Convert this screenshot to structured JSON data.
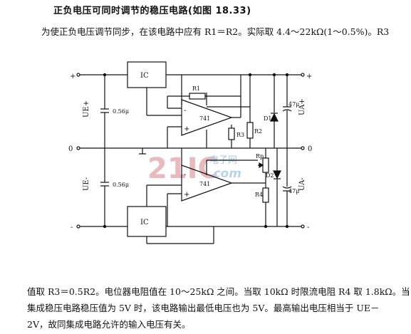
{
  "page": {
    "title": "正负电压可同时调节的稳压电路(如图 18.33)",
    "intro": "为使正负电压调节同步，在该电路中应有 R1＝R2。实际取 4.4～22kΩ(1～0.5%)。R3",
    "footer_lines": [
      "值取 R3＝0.5R2。电位器电阻值在 10～25kΩ 之间。当取 10kΩ 时限流电阻 R4 取 1.8kΩ。当",
      "集成稳压电路稳压值为 5V 时，该电路输出最低电压也为 5V。最高输出电压相当于 UE－",
      "2V，故同集成电路允许的输入电压有关。"
    ]
  },
  "schematic": {
    "labels": {
      "ic_top": "IC",
      "ic_bottom": "IC",
      "opamp_top": "741",
      "opamp_bottom": "741",
      "r1": "R1",
      "r2": "R2",
      "r3": "R3",
      "r4": "R4",
      "rp": "Rp",
      "d1": "D1",
      "d2": "D2",
      "cap_in_top": "0.56μ",
      "cap_in_bottom": "0.56μ",
      "cap_out_top": "47μ",
      "cap_out_bottom": "47μ",
      "ue_plus": "UE+",
      "ue_minus": "UE-",
      "ua_plus": "UA+",
      "ua_minus": "UA-",
      "ground_left": "0",
      "ground_right": "0",
      "plus_left": "+",
      "plus_right": "+",
      "minus_left": "-",
      "minus_right": "-",
      "opamp_top_minus": "-",
      "opamp_top_plus": "+",
      "opamp_bottom_minus": "-",
      "opamp_bottom_plus": "+"
    },
    "watermark": {
      "main": "21IC",
      "sub": "电子网",
      "domain": ".com"
    }
  }
}
